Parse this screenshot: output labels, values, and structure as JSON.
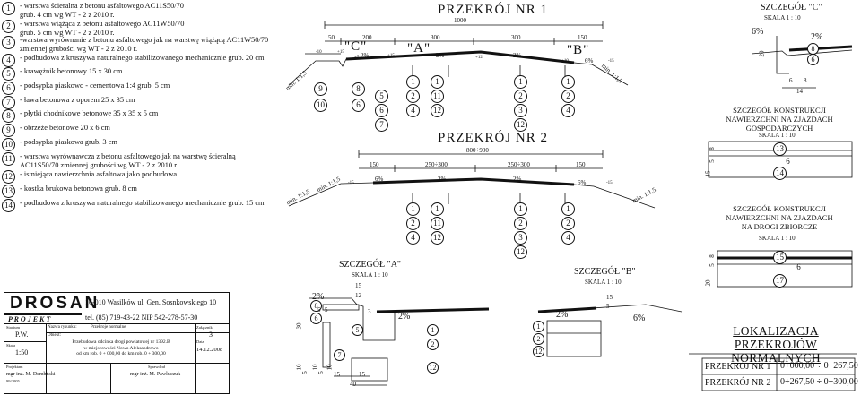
{
  "legend": [
    {
      "n": "1",
      "text": "- warstwa ścieralna z betonu asfaltowego AC11S50/70\ngrub. 4 cm wg WT - 2 z 2010 r."
    },
    {
      "n": "2",
      "text": "- warstwa wiążąca z betonu asfaltowego AC11W50/70\ngrub. 5 cm wg WT - 2 z 2010 r."
    },
    {
      "n": "3",
      "text": "-warstwa wyrównanie z betonu asfaltowego jak na warstwę wiążącą  AC11W50/70\nzmiennej grubości wg WT - 2 z 2010 r."
    },
    {
      "n": "4",
      "text": "- podbudowa z kruszywa naturalnego stabilizowanego mechanicznie grub. 20 cm"
    },
    {
      "n": "5",
      "text": "- krawężnik betonowy 15 x 30 cm"
    },
    {
      "n": "6",
      "text": "- podsypka piaskowo - cementowa 1:4 grub. 5 cm"
    },
    {
      "n": "7",
      "text": "- ława betonowa z oporem 25 x 35 cm"
    },
    {
      "n": "8",
      "text": "- płytki chodnikowe betonowe 35 x 35 x 5 cm"
    },
    {
      "n": "9",
      "text": "- obrzeże betonowe 20 x 6 cm"
    },
    {
      "n": "10",
      "text": "- podsypka piaskowa grub. 3 cm"
    },
    {
      "n": "11",
      "text": "- warstwa wyrównawcza z betonu asfaltowego jak na warstwę ścieralną\nAC11S50/70  zmiennej grubości wg  WT - 2 z 2010 r."
    },
    {
      "n": "12",
      "text": "- istniejąca nawierzchnia asfaltowa jako podbudowa"
    },
    {
      "n": "13",
      "text": "- kostka brukowa betonowa grub. 8 cm"
    },
    {
      "n": "14",
      "text": "- podbudowa z kruszywa naturalnego stabilizowanego mechanicznie grub. 15 cm"
    }
  ],
  "p1": {
    "title": "PRZEKRÓJ  NR 1",
    "total": "1000",
    "dims": [
      "50",
      "200",
      "300",
      "300",
      "150"
    ],
    "labels": {
      "c": "\"C\"",
      "a": "\"A\"",
      "b": "\"B\""
    },
    "slopes": [
      "2%",
      "2%",
      "2%",
      "6%"
    ],
    "slope_txt": [
      "min. 1:1,5",
      "min. 1:1,5"
    ],
    "small": [
      "-10",
      "+15",
      "+15",
      "+12",
      "+10",
      "-15",
      "+5"
    ],
    "cols": [
      {
        "a": "9",
        "b": "10"
      },
      {
        "a": "8",
        "b": "6"
      },
      {
        "a": "5",
        "b": "6",
        "c": "7"
      },
      {
        "a": "1",
        "b": "2",
        "c": "4"
      },
      {
        "a": "1",
        "b": "11",
        "c": "12"
      },
      {
        "a": "1",
        "b": "2",
        "c": "3",
        "d": "12"
      },
      {
        "a": "1",
        "b": "2",
        "c": "4"
      }
    ]
  },
  "p2": {
    "title": "PRZEKRÓJ  NR 2",
    "total": "800÷900",
    "dims": [
      "150",
      "250÷300",
      "250÷300",
      "150"
    ],
    "slopes": [
      "6%",
      "2%",
      "2%",
      "6%"
    ],
    "slope_txt": [
      "min. 1:1,5",
      "min. 1:1,5",
      "min. 1:1,5"
    ],
    "small": [
      "-15",
      "-15"
    ],
    "cols": [
      {
        "a": "1",
        "b": "2",
        "c": "4"
      },
      {
        "a": "1",
        "b": "11",
        "c": "12"
      },
      {
        "a": "1",
        "b": "2",
        "c": "3",
        "d": "12"
      },
      {
        "a": "1",
        "b": "2",
        "c": "4"
      }
    ]
  },
  "detail_c": {
    "title": "SZCZEGÓŁ  \"C\"",
    "scale": "SKALA  1 : 10",
    "slopes": [
      "6%",
      "2%"
    ],
    "nums": [
      "8",
      "6"
    ],
    "dims": [
      "20",
      "6",
      "8",
      "14"
    ]
  },
  "detail_a": {
    "title": "SZCZEGÓŁ  \"A\"",
    "scale": "SKALA  1 : 10",
    "dims": [
      "15",
      "12",
      "5",
      "5",
      "3",
      "30",
      "15",
      "15",
      "10",
      "5",
      "10",
      "5",
      "10",
      "40"
    ],
    "slopes": [
      "2%",
      "2%"
    ],
    "nums": [
      "8",
      "6",
      "5",
      "1",
      "2",
      "7",
      "12"
    ]
  },
  "detail_b": {
    "title": "SZCZEGÓŁ  \"B\"",
    "scale": "SKALA  1 : 10",
    "slopes": [
      "2%",
      "6%"
    ],
    "nums": [
      "1",
      "2",
      "12"
    ],
    "dims": [
      "15",
      "5"
    ]
  },
  "kon1": {
    "title": "SZCZEGÓŁ KONSTRUKCJI\nNAWIERZCHNI NA ZJAZDACH\nGOSPODARCZYCH",
    "scale": "SKALA  1 : 10",
    "nums": [
      "13",
      "6",
      "14"
    ],
    "dims": [
      "15",
      "5",
      "8"
    ]
  },
  "kon2": {
    "title": "SZCZEGÓŁ KONSTRUKCJI\nNAWIERZCHNI NA ZJAZDACH\nNA DROGI ZBIORCZE",
    "scale": "SKALA  1 : 10",
    "nums": [
      "15",
      "6",
      "17"
    ],
    "dims": [
      "20",
      "5",
      "8"
    ]
  },
  "lok": {
    "title": "LOKALIZACJA PRZEKROJÓW\nNORMALNYCH",
    "rows": [
      {
        "name": "PRZEKRÓJ NR 1",
        "range": "0+000,00 ÷ 0+267,50"
      },
      {
        "name": "PRZEKRÓJ NR 2",
        "range": "0+267,50 ÷ 0+300,00"
      }
    ]
  },
  "stamp": {
    "logo": "DROSAN",
    "projekt": "P  R  O  J  E  K  T",
    "addr": "16-010 Wasilków ul. Gen. Sosnkowskiego 10",
    "tel": "tel. (85) 719-43-22     NIP 542-278-57-30",
    "lbl_stadium": "Stadium",
    "stadium": "P.W.",
    "lbl_skala": "Skala",
    "skala": "1:50",
    "lbl_nazwa": "Nazwa rysunku:",
    "nazwa": "Przekroje normalne",
    "lbl_zal": "Załącznik",
    "zal": "3",
    "lbl_obiekt": "Obiekt:",
    "obiekt": "Przebudowa odcinka drogi powiatowej nr 1392.B\nw miejscowości Nowo Aleksandrowo\nod km rob. 0 + 000,00 do km rob. 0 + 300,00",
    "lbl_data": "Data",
    "data": "14.12.2008",
    "lbl_proj": "Projektant",
    "proj": "mgr inż. M. Dembński",
    "proj_nr": "99/2005",
    "lbl_spr": "Sprawdzał",
    "spr": "mgr inż. M. Pawluczuk"
  }
}
